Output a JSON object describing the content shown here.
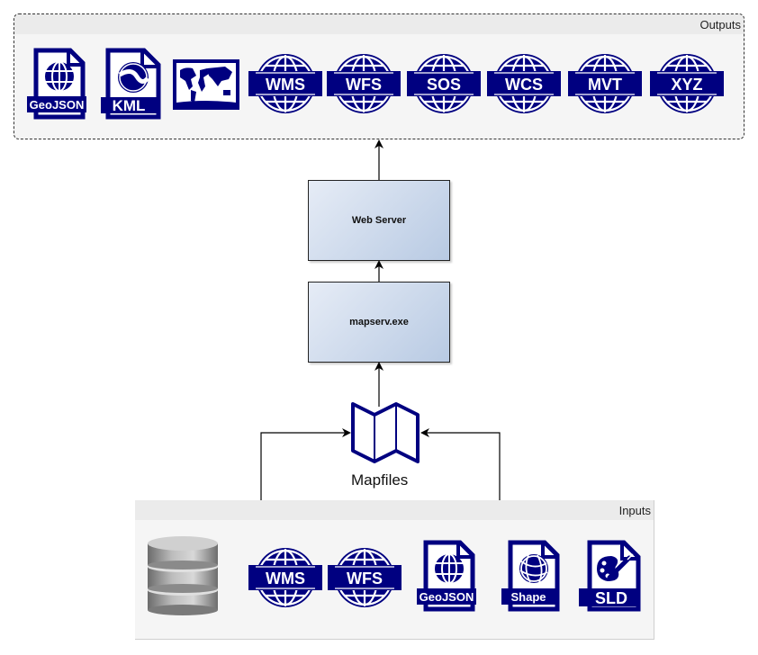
{
  "colors": {
    "icon_navy": "#000080",
    "container_bg": "#f5f5f5",
    "container_header": "#ebebeb",
    "box_gradient_start": "#e6ecf6",
    "box_gradient_end": "#b8cae3"
  },
  "outputs": {
    "title": "Outputs",
    "items": [
      {
        "type": "file",
        "label": "GeoJSON",
        "icon": "globe-grid-icon"
      },
      {
        "type": "file",
        "label": "KML",
        "icon": "google-earth-icon"
      },
      {
        "type": "map",
        "label": "",
        "icon": "world-map-icon"
      },
      {
        "type": "service",
        "label": "WMS"
      },
      {
        "type": "service",
        "label": "WFS"
      },
      {
        "type": "service",
        "label": "SOS"
      },
      {
        "type": "service",
        "label": "WCS"
      },
      {
        "type": "service",
        "label": "MVT"
      },
      {
        "type": "service",
        "label": "XYZ"
      }
    ]
  },
  "nodes": {
    "web_server": "Web Server",
    "mapserv": "mapserv.exe",
    "mapfiles": "Mapfiles"
  },
  "inputs": {
    "title": "Inputs",
    "items": [
      {
        "type": "database",
        "label": ""
      },
      {
        "type": "service",
        "label": "WMS"
      },
      {
        "type": "service",
        "label": "WFS"
      },
      {
        "type": "file",
        "label": "GeoJSON",
        "icon": "globe-grid-icon"
      },
      {
        "type": "file",
        "label": "Shape",
        "icon": "sphere-mesh-icon"
      },
      {
        "type": "file",
        "label": "SLD",
        "icon": "palette-brush-icon"
      }
    ]
  }
}
